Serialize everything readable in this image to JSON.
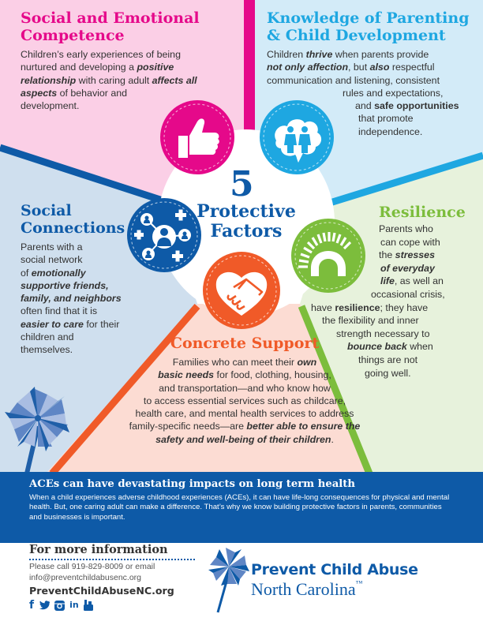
{
  "colors": {
    "pink_bg": "#fbcfe6",
    "magenta": "#e5098a",
    "lightblue_bg": "#d3ebf8",
    "cyan": "#1ea7e1",
    "steel_bg": "#cfdfee",
    "navy": "#0e5aa7",
    "green_bg": "#e7f2dc",
    "green": "#7cbd3c",
    "peach_bg": "#fcdcd3",
    "orange": "#f05a28",
    "band": "#0e5aa7"
  },
  "center": {
    "number": "5",
    "line1": "Protective",
    "line2": "Factors"
  },
  "sections": {
    "social_emotional": {
      "title_line1": "Social and Emotional",
      "title_line2": "Competence",
      "icon": "thumbs-up-icon",
      "text": [
        {
          "t": "Children’s early experiences of being"
        },
        {
          "t": "nurtured and developing a ",
          "em": "positive"
        },
        {
          "em": "relationship",
          "t": " with caring adult ",
          "em2": "affects all"
        },
        {
          "em": "aspects",
          "t": " of behavior and"
        },
        {
          "t": "development."
        }
      ]
    },
    "knowledge": {
      "title_line1": "Knowledge of Parenting",
      "title_line2": "& Child Development",
      "icon": "parent-child-thought-icon",
      "line1_a": "Children ",
      "line1_em": "thrive",
      "line1_b": " when parents provide",
      "line2_em": "not only affection",
      "line2_a": ", but ",
      "line2_em2": "also",
      "line2_b": " respectful",
      "line3": "communication and listening, consistent",
      "line4": "rules and expectations,",
      "line5_a": "and ",
      "line5_b": "safe opportunities",
      "line6": "that promote",
      "line7": "independence."
    },
    "social_connections": {
      "title_line1": "Social",
      "title_line2": "Connections",
      "icon": "social-network-icon",
      "line1": "Parents with a",
      "line2": "social network",
      "line3_a": "of ",
      "line3_em": "emotionally",
      "line4_em": "supportive friends,",
      "line5_em": "family, and neighbors",
      "line6": "often find that it is",
      "line7_em": "easier to care",
      "line7_b": " for their",
      "line8": "children and",
      "line9": "themselves."
    },
    "resilience": {
      "title": "Resilience",
      "icon": "slinky-spring-icon",
      "line1": "Parents who",
      "line2": "can cope with",
      "line3_a": "the ",
      "line3_em": "stresses",
      "line4_em": "of everyday",
      "line5_em": "life",
      "line5_b": ", as well an",
      "line6": "occasional crisis,",
      "line7_a": "have ",
      "line7_b": "resilience",
      "line7_c": "; they have",
      "line8": "the flexibility and inner",
      "line9": "strength necessary to",
      "line10_em": "bounce back",
      "line10_b": " when",
      "line11": "things are not",
      "line12": "going well."
    },
    "concrete_support": {
      "title": "Concrete Support",
      "icon": "heart-handshake-icon",
      "line1_a": "Families who can meet their ",
      "line1_em": "own",
      "line2_em": "basic needs",
      "line2_b": " for food, clothing, housing,",
      "line3": "and transportation—and who know how",
      "line4": "to access essential services such as childcare,",
      "line5": "health care, and mental health services to address",
      "line6_a": "family-specific needs—are ",
      "line6_em": "better able to ensure the",
      "line7_em": "safety and well-being of their children",
      "line7_b": "."
    }
  },
  "band": {
    "title": "ACEs can have devastating impacts on long term health",
    "text": "When a child experiences adverse childhood experiences (ACEs), it can have life-long consequences for physical and mental health. But, one caring adult can make a difference. That’s why we know building protective factors in parents, communities and businesses is important."
  },
  "footer": {
    "more_info_title": "For more information",
    "contact_line1": "Please call 919-829-8009 or email",
    "contact_line2": "info@preventchildabusenc.org",
    "website": "PreventChildAbuseNC.org",
    "social": [
      {
        "icon": "facebook-icon",
        "glyph": "f"
      },
      {
        "icon": "twitter-icon",
        "glyph": "t"
      },
      {
        "icon": "instagram-icon",
        "glyph": "◘"
      },
      {
        "icon": "linkedin-icon",
        "glyph": "in"
      },
      {
        "icon": "youtube-icon",
        "glyph": "▶"
      }
    ],
    "logo_line1": "Prevent Child Abuse",
    "logo_line2": "North Carolina",
    "logo_tm": "™"
  }
}
